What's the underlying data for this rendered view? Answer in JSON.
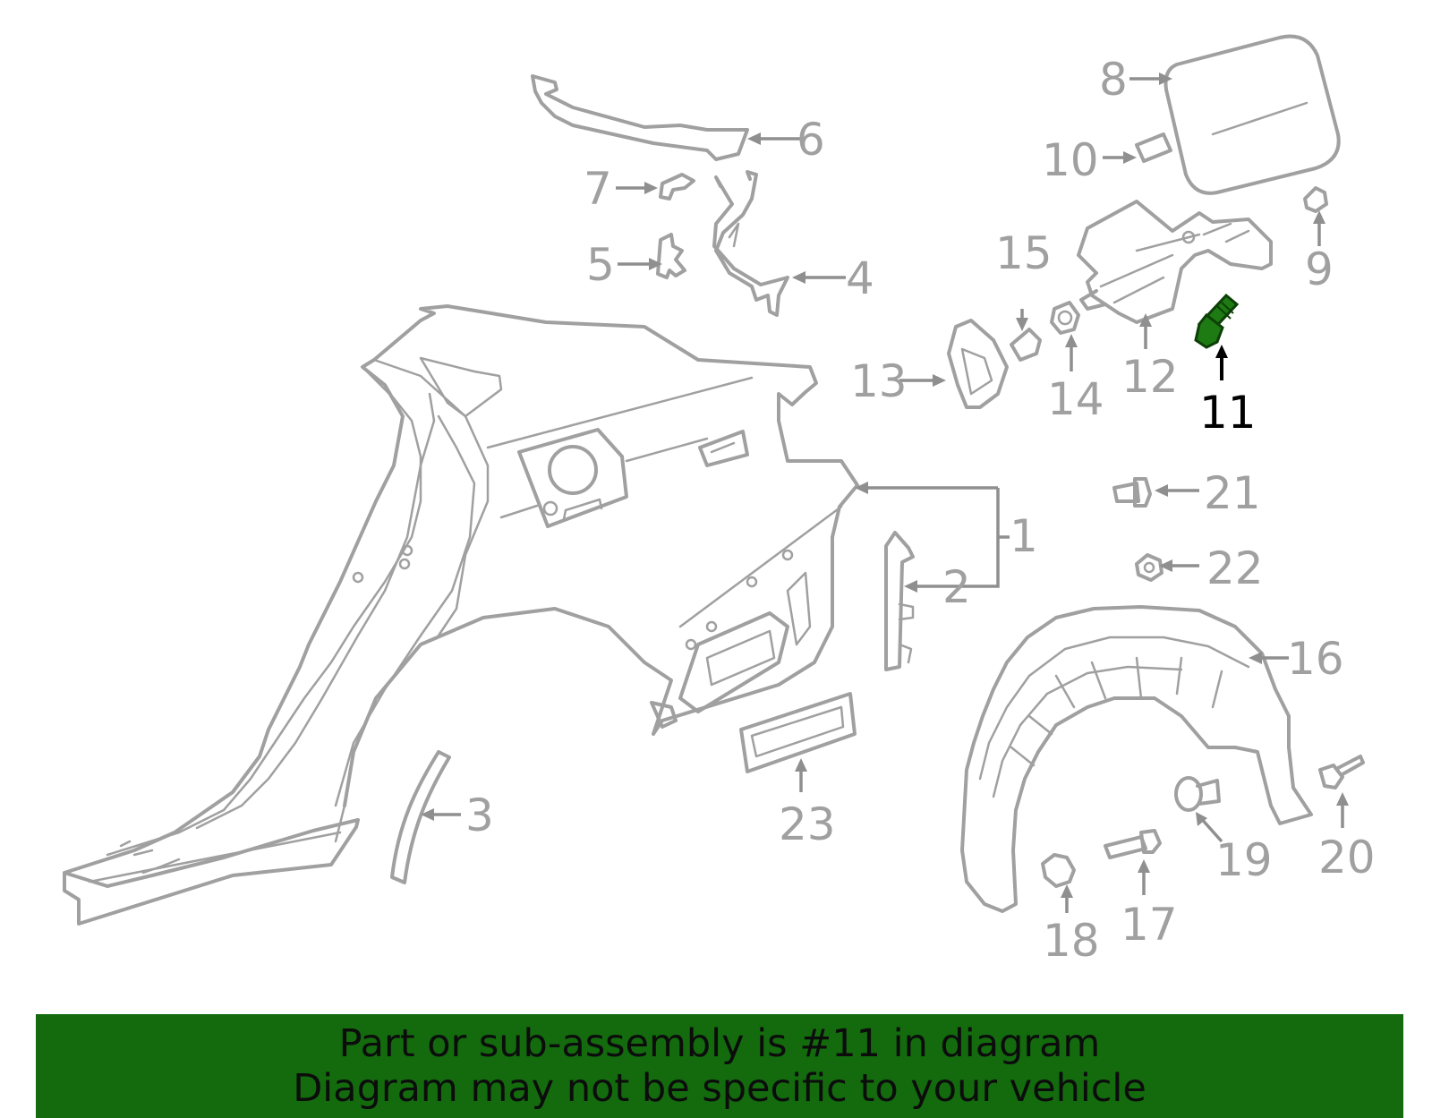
{
  "diagram": {
    "callouts": [
      {
        "id": "1",
        "label": "1"
      },
      {
        "id": "2",
        "label": "2"
      },
      {
        "id": "3",
        "label": "3"
      },
      {
        "id": "4",
        "label": "4"
      },
      {
        "id": "5",
        "label": "5"
      },
      {
        "id": "6",
        "label": "6"
      },
      {
        "id": "7",
        "label": "7"
      },
      {
        "id": "8",
        "label": "8"
      },
      {
        "id": "9",
        "label": "9"
      },
      {
        "id": "10",
        "label": "10"
      },
      {
        "id": "11",
        "label": "11"
      },
      {
        "id": "12",
        "label": "12"
      },
      {
        "id": "13",
        "label": "13"
      },
      {
        "id": "14",
        "label": "14"
      },
      {
        "id": "15",
        "label": "15"
      },
      {
        "id": "16",
        "label": "16"
      },
      {
        "id": "17",
        "label": "17"
      },
      {
        "id": "18",
        "label": "18"
      },
      {
        "id": "19",
        "label": "19"
      },
      {
        "id": "20",
        "label": "20"
      },
      {
        "id": "21",
        "label": "21"
      },
      {
        "id": "22",
        "label": "22"
      },
      {
        "id": "23",
        "label": "23"
      }
    ],
    "highlighted_part": "11",
    "highlight_color": "#1e7a12"
  },
  "banner": {
    "line1": "Part or sub-assembly is #11 in diagram",
    "line2": "Diagram may not be specific to your vehicle",
    "background": "#136b0e"
  }
}
